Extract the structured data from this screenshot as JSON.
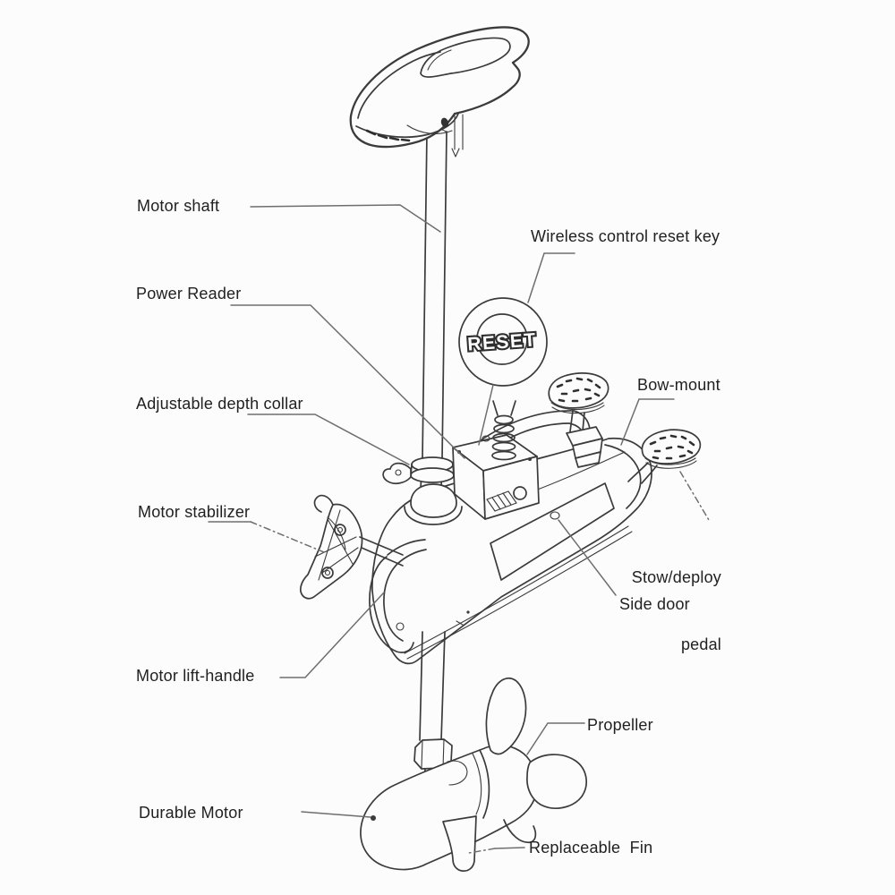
{
  "figure": {
    "type": "technical line-art parts diagram",
    "subject": "Bow-mount electric trolling motor exploded-view with part labels",
    "background_color": "#fcfcfc",
    "line_color": "#3b3b3b",
    "leader_line_color": "#6e6e6e",
    "label_text_color": "#212121"
  },
  "reset_button": {
    "text": "RESET"
  },
  "labels": {
    "motor_shaft": "Motor shaft",
    "wireless_control_reset_key": "Wireless control reset key",
    "power_reader": "Power Reader",
    "adjustable_depth_collar": "Adjustable depth collar",
    "bow_mount": "Bow-mount",
    "motor_stabilizer": "Motor stabilizer",
    "stow_deploy_line1": "Stow/deploy",
    "stow_deploy_line2": "pedal",
    "side_door": "Side door",
    "motor_lift_handle": "Motor lift-handle",
    "propeller": "Propeller",
    "durable_motor": "Durable Motor",
    "replaceable_fin": "Replaceable  Fin"
  }
}
